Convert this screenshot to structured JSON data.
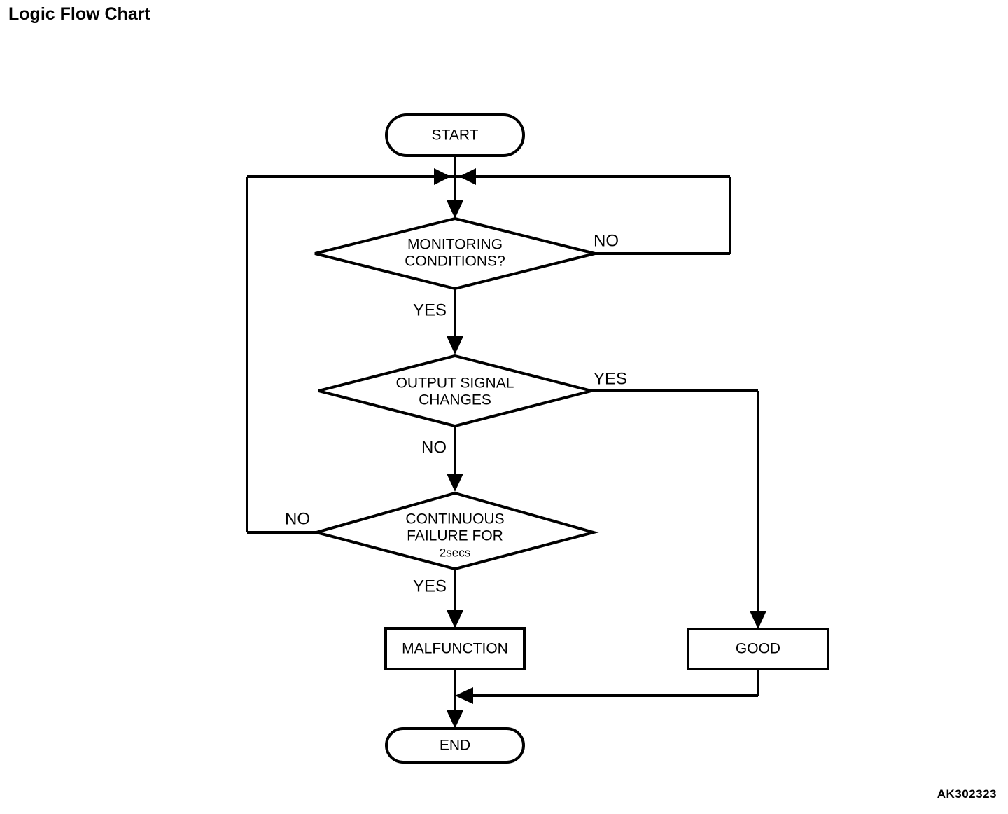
{
  "page": {
    "title": "Logic Flow Chart",
    "figure_id": "AK302323",
    "background_color": "#ffffff",
    "line_color": "#000000"
  },
  "chart_data": {
    "type": "diagram",
    "diagram_type": "flowchart",
    "title": "Logic Flow Chart",
    "nodes": [
      {
        "id": "start",
        "shape": "terminator",
        "label": "START"
      },
      {
        "id": "monitoring",
        "shape": "decision",
        "label": "MONITORING CONDITIONS?",
        "line1": "MONITORING",
        "line2": "CONDITIONS?"
      },
      {
        "id": "output",
        "shape": "decision",
        "label": "OUTPUT SIGNAL CHANGES",
        "line1": "OUTPUT SIGNAL",
        "line2": "CHANGES"
      },
      {
        "id": "failure",
        "shape": "decision",
        "label": "CONTINUOUS FAILURE FOR 2secs",
        "line1": "CONTINUOUS",
        "line2": "FAILURE FOR",
        "line3": "2secs"
      },
      {
        "id": "malfunction",
        "shape": "process",
        "label": "MALFUNCTION"
      },
      {
        "id": "good",
        "shape": "process",
        "label": "GOOD"
      },
      {
        "id": "end",
        "shape": "terminator",
        "label": "END"
      }
    ],
    "edges": [
      {
        "from": "start",
        "to": "monitoring",
        "label": ""
      },
      {
        "from": "monitoring",
        "to": "start",
        "label": "NO",
        "direction": "loop-right-up"
      },
      {
        "from": "monitoring",
        "to": "output",
        "label": "YES",
        "direction": "down"
      },
      {
        "from": "output",
        "to": "good",
        "label": "YES",
        "direction": "right-down"
      },
      {
        "from": "output",
        "to": "failure",
        "label": "NO",
        "direction": "down"
      },
      {
        "from": "failure",
        "to": "start",
        "label": "NO",
        "direction": "loop-left-up"
      },
      {
        "from": "failure",
        "to": "malfunction",
        "label": "YES",
        "direction": "down"
      },
      {
        "from": "malfunction",
        "to": "end",
        "label": "",
        "direction": "down"
      },
      {
        "from": "good",
        "to": "end",
        "label": "",
        "direction": "down-left-merge"
      }
    ]
  },
  "labels": {
    "start": "START",
    "end": "END",
    "malfunction": "MALFUNCTION",
    "good": "GOOD",
    "monitoring_line1": "MONITORING",
    "monitoring_line2": "CONDITIONS?",
    "output_line1": "OUTPUT SIGNAL",
    "output_line2": "CHANGES",
    "failure_line1": "CONTINUOUS",
    "failure_line2": "FAILURE FOR",
    "failure_line3": "2secs",
    "monitoring_no": "NO",
    "monitoring_yes": "YES",
    "output_yes": "YES",
    "output_no": "NO",
    "failure_no": "NO",
    "failure_yes": "YES"
  }
}
